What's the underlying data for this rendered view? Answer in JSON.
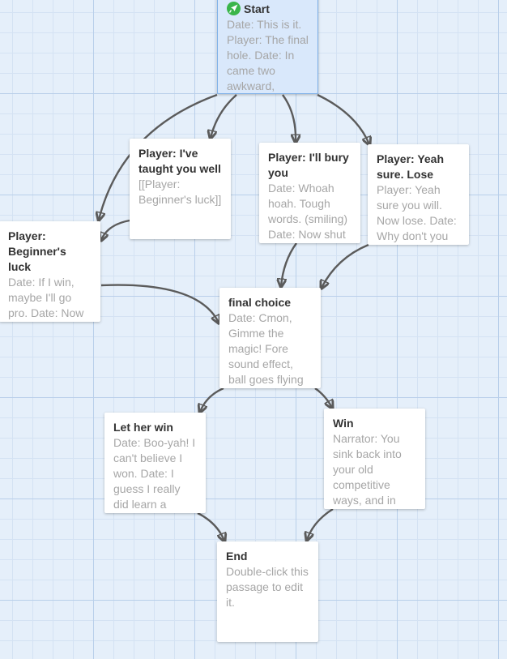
{
  "passages": [
    {
      "id": "start",
      "title": "Start",
      "excerpt": "Date: This is it. Player: The final hole. Date: In came two awkward,",
      "start": true,
      "start_icon": "rocket-icon",
      "selected": true
    },
    {
      "id": "taught",
      "title": "Player: I've taught you well",
      "excerpt": "[[Player: Beginner's luck]]"
    },
    {
      "id": "bury",
      "title": "Player: I'll bury you",
      "excerpt": "Date: Whoah hoah. Tough words. (smiling) Date: Now shut"
    },
    {
      "id": "yeah",
      "title": "Player: Yeah sure. Lose",
      "excerpt": "Player: Yeah sure you will. Now lose. Date: Why don't you"
    },
    {
      "id": "beginner",
      "title": "Player: Beginner's luck",
      "excerpt": "Date: If I win, maybe I'll go pro. Date: Now"
    },
    {
      "id": "final",
      "title": "final choice",
      "excerpt": "Date: Cmon, Gimme the magic! Fore sound effect, ball goes flying"
    },
    {
      "id": "lether",
      "title": "Let her win",
      "excerpt": "Date: Boo-yah! I can't believe I won. Date: I guess I really did learn a"
    },
    {
      "id": "win",
      "title": "Win",
      "excerpt": "Narrator: You sink back into your old competitive ways, and in"
    },
    {
      "id": "end",
      "title": "End",
      "excerpt": "Double-click this passage to edit it."
    }
  ],
  "links": [
    {
      "from": "start",
      "to": "taught"
    },
    {
      "from": "start",
      "to": "beginner"
    },
    {
      "from": "start",
      "to": "bury"
    },
    {
      "from": "start",
      "to": "yeah"
    },
    {
      "from": "taught",
      "to": "beginner"
    },
    {
      "from": "beginner",
      "to": "final"
    },
    {
      "from": "bury",
      "to": "final"
    },
    {
      "from": "yeah",
      "to": "final"
    },
    {
      "from": "final",
      "to": "lether"
    },
    {
      "from": "final",
      "to": "win"
    },
    {
      "from": "lether",
      "to": "end"
    },
    {
      "from": "win",
      "to": "end"
    }
  ],
  "colors": {
    "background": "#e5effa",
    "grid": "#b9cfea",
    "link": "#5b5b5b",
    "selected": "#d9e8fb",
    "start_icon": "#3ab54a"
  }
}
